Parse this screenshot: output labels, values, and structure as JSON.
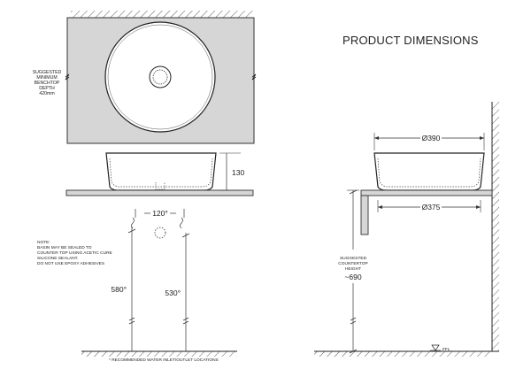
{
  "title": "PRODUCT DIMENSIONS",
  "plan": {
    "note_lines": [
      "SUGGESTED",
      "MINIMUM",
      "BENCHTOP",
      "DEPTH",
      "420mm"
    ]
  },
  "front": {
    "height_label": "130",
    "spacing_label": "120°",
    "left_height_label": "580°",
    "right_height_label": "530°",
    "note_lines": [
      "NOTE:",
      "BASIN MAY BE SEALED TO",
      "COUNTER TOP USING ACETIC CURE",
      "SILICONE SEALANT.",
      "DO NOT USE EPOXY ADHESIVES"
    ],
    "footnote": "* RECOMMENDED WATER INLET/OUTLET LOCATIONS"
  },
  "side": {
    "top_diameter": "Ø390",
    "bottom_diameter": "Ø375",
    "counter_lines": [
      "SUGGESTED",
      "COUNTERTOP",
      "HEIGHT"
    ],
    "counter_value": "~690",
    "ffl": "FFL"
  }
}
